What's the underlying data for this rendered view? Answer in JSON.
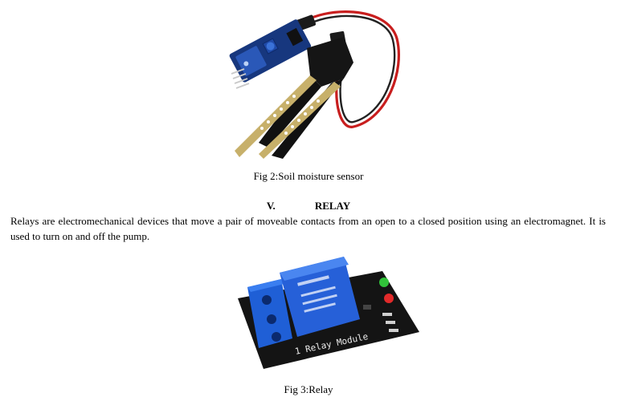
{
  "figures": {
    "fig2": {
      "caption": "Fig 2:Soil moisture sensor"
    },
    "fig3": {
      "caption": "Fig 3:Relay",
      "module_label": "1 Relay Module"
    }
  },
  "section": {
    "number": "V.",
    "title": "RELAY",
    "paragraph": "Relays are electromechanical devices that move a pair of moveable contacts from an open to a closed position using an electromagnet. It is used to turn on and off the pump."
  }
}
